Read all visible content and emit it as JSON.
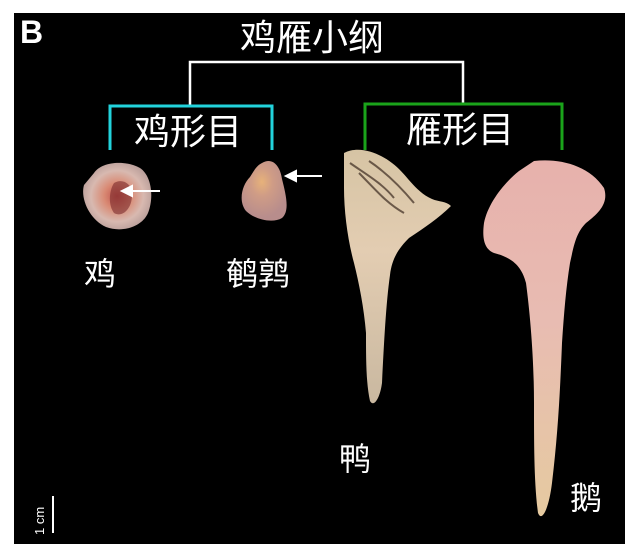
{
  "figure": {
    "panel_label": "B",
    "background_color": "#000000",
    "tree": {
      "root": {
        "label": "鸡雁小纲",
        "bracket_color": "#ffffff"
      },
      "groups": [
        {
          "label": "鸡形目",
          "bracket_color": "#22d3dc",
          "members": [
            "鸡",
            "鹌鹑"
          ]
        },
        {
          "label": "雁形目",
          "bracket_color": "#1aa31a",
          "members": [
            "鸭",
            "鹅"
          ]
        }
      ]
    },
    "specimens": [
      {
        "name": "鸡",
        "has_arrow": true
      },
      {
        "name": "鹌鹑",
        "has_arrow": true
      },
      {
        "name": "鸭",
        "has_arrow": false
      },
      {
        "name": "鹅",
        "has_arrow": false
      }
    ],
    "scale_bar": {
      "label": "1 cm"
    }
  }
}
